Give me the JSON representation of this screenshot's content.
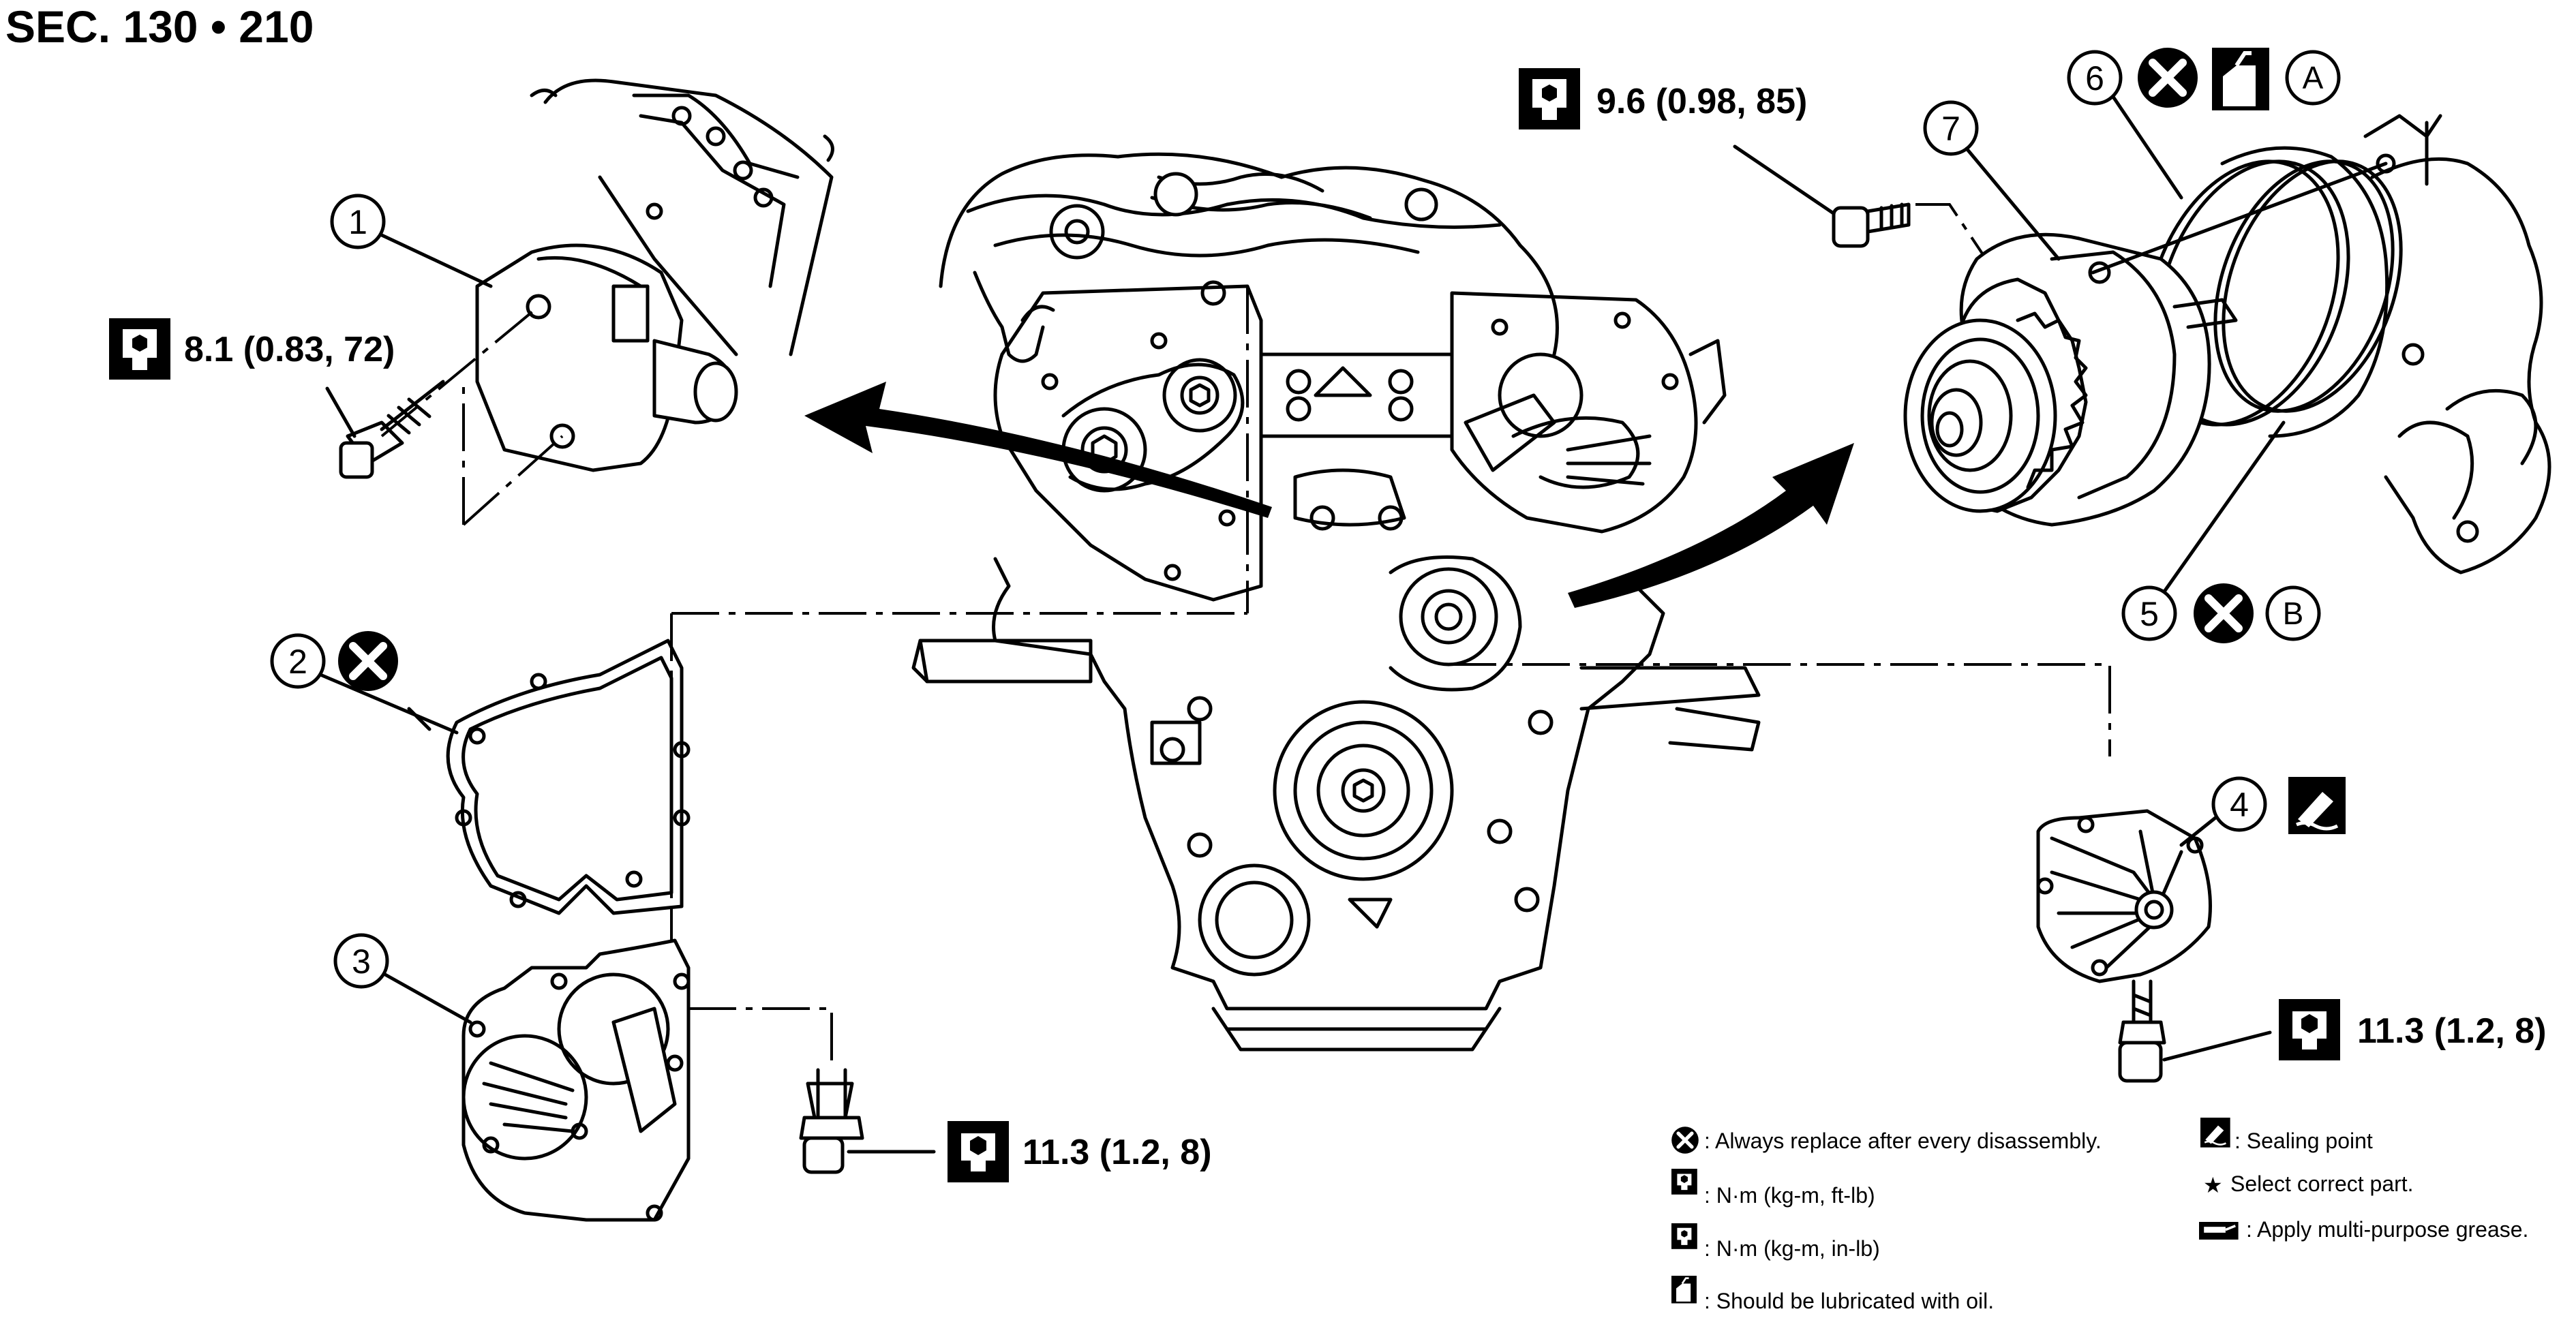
{
  "section_title": "SEC. 130 • 210",
  "torques": {
    "t1": "8.1 (0.83, 72)",
    "t2": "9.6 (0.98, 85)",
    "t3": "11.3 (1.2, 8)",
    "t4": "11.3 (1.2, 8)"
  },
  "callouts": {
    "c1": "1",
    "c2": "2",
    "c3": "3",
    "c4": "4",
    "c5": "5",
    "c6": "6",
    "c7": "7",
    "letter_a": "A",
    "letter_b": "B"
  },
  "legend": {
    "replace": ": Always replace after every disassembly.",
    "nm_ftlb": ": N·m (kg-m, ft-lb)",
    "nm_inlb": ": N·m (kg-m, in-lb)",
    "oil": ": Should be lubricated with oil.",
    "sealing": ": Sealing point",
    "select": "Select correct part.",
    "grease": ": Apply multi-purpose grease."
  },
  "icons": {
    "replace": "x-circle-icon",
    "torque_ftlb": "wrench-open-icon",
    "torque_inlb": "wrench-closed-icon",
    "oil": "oil-can-icon",
    "sealing": "sealant-tube-icon",
    "select": "star-icon",
    "grease": "grease-gun-icon"
  }
}
